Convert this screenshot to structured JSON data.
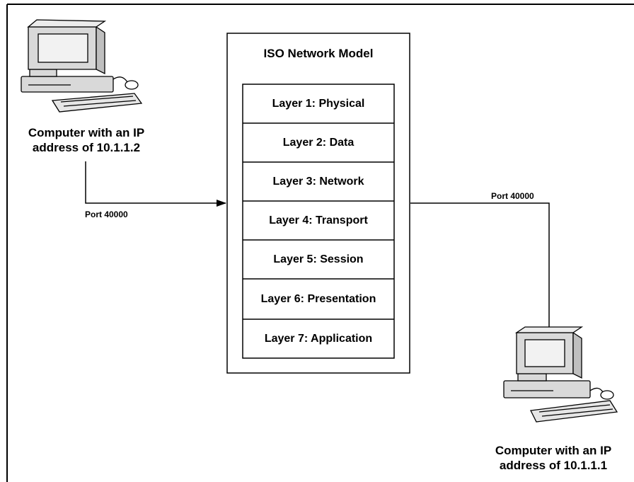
{
  "model": {
    "title": "ISO Network Model",
    "layers": [
      "Layer 1: Physical",
      "Layer 2: Data",
      "Layer 3: Network",
      "Layer 4: Transport",
      "Layer 5: Session",
      "Layer 6: Presentation",
      "Layer 7: Application"
    ]
  },
  "source": {
    "caption_line1": "Computer with an IP",
    "caption_line2": "address of 10.1.1.2",
    "port_label": "Port 40000"
  },
  "destination": {
    "caption_line1": "Computer with an IP",
    "caption_line2": "address of 10.1.1.1",
    "port_label": "Port 40000"
  },
  "colors": {
    "stroke": "#000000",
    "background": "#ffffff",
    "monitor_body": "#d9d9d9",
    "screen": "#f2f2f2"
  }
}
